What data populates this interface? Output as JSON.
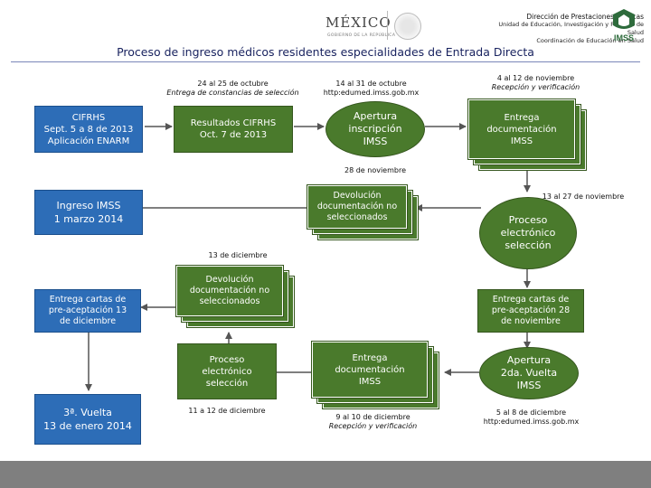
{
  "header": {
    "org_line1": "Dirección de Prestaciones Médicas",
    "org_line2": "Unidad de Educación, Investigación y Políticas de Salud",
    "org_line3": "Coordinación de Educación en Salud",
    "mexico_logo": "MÉXICO",
    "mexico_sub": "GOBIERNO DE LA REPÚBLICA",
    "imss_logo": "IMSS"
  },
  "title": "Proceso de ingreso médicos residentes especialidades de Entrada Directa",
  "labels": {
    "l1a": "24 al 25 de octubre",
    "l1b": "Entrega de constancias de selección",
    "l2a": "14 al 31 de octubre",
    "l2b": "http:edumed.imss.gob.mx",
    "l3a": "4 al 12 de noviembre",
    "l3b": "Recepción y verificación",
    "l4": "28 de noviembre",
    "l5": "13 al 27 de noviembre",
    "l6": "13 de diciembre",
    "l7": "11 a 12 de diciembre",
    "l8a": "9 al 10 de diciembre",
    "l8b": "Recepción y verificación",
    "l9a": "5 al 8 de diciembre",
    "l9b": "http:edumed.imss.gob.mx"
  },
  "boxes": {
    "cifrhs": [
      "CIFRHS",
      "Sept. 5 a 8 de 2013",
      "Aplicación ENARM"
    ],
    "resultados": [
      "Resultados CIFRHS",
      "Oct. 7 de 2013"
    ],
    "apertura": [
      "Apertura",
      "inscripción",
      "IMSS"
    ],
    "entrega1": [
      "Entrega",
      "documentación",
      "IMSS"
    ],
    "ingreso": [
      "Ingreso IMSS",
      "1 marzo 2014"
    ],
    "devolucion1": [
      "Devolución",
      "documentación no",
      "seleccionados"
    ],
    "proceso1": [
      "Proceso",
      "electrónico",
      "selección"
    ],
    "entregacartas1": [
      "Entrega cartas de",
      "pre-aceptación 13",
      "de diciembre"
    ],
    "devolucion2": [
      "Devolución",
      "documentación no",
      "seleccionados"
    ],
    "entregacartas2": [
      "Entrega cartas de",
      "pre-aceptación 28",
      "de noviembre"
    ],
    "proceso2": [
      "Proceso",
      "electrónico",
      "selección"
    ],
    "entrega2": [
      "Entrega",
      "documentación",
      "IMSS"
    ],
    "apertura2": [
      "Apertura",
      "2da. Vuelta",
      "IMSS"
    ],
    "tercera": [
      "3ª. Vuelta",
      "13 de enero 2014"
    ]
  },
  "colors": {
    "blue": "#2d6db7",
    "green": "#4a7a2c",
    "title": "#17215e"
  }
}
